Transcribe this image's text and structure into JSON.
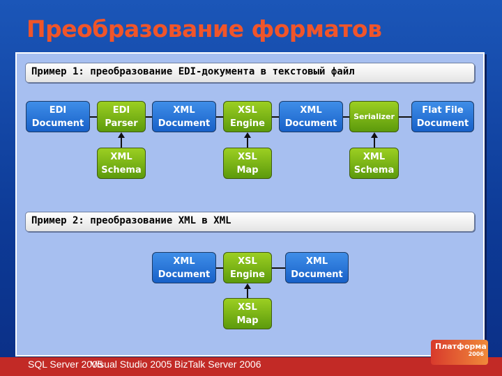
{
  "title": "Преобразование форматов",
  "example1": {
    "header": "Пример 1: преобразование EDI-документа в текстовый файл",
    "row1": [
      "EDI\nDocument",
      "EDI\nParser",
      "XML\nDocument",
      "XSL\nEngine",
      "XML\nDocument",
      "Serializer",
      "Flat File\nDocument"
    ],
    "row2": [
      "XML\nSchema",
      "XSL\nMap",
      "XML\nSchema"
    ]
  },
  "example2": {
    "header": "Пример 2: преобразование XML в XML",
    "row1": [
      "XML\nDocument",
      "XSL\nEngine",
      "XML\nDocument"
    ],
    "row2": [
      "XSL\nMap"
    ]
  },
  "footer": {
    "logos": [
      "SQL Server 2005",
      "Visual Studio 2005",
      "BizTalk Server 2006"
    ],
    "platform": "Платформа",
    "platform_year": "2006"
  },
  "colors": {
    "title": "#f0552a",
    "document": "#2a78dc",
    "processor": "#7fb51a",
    "footer": "#c22a26"
  }
}
